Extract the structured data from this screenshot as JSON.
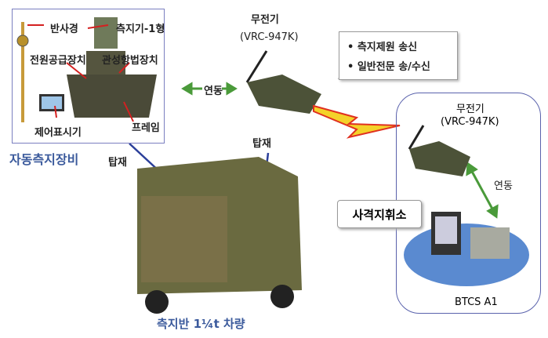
{
  "equipment": {
    "title": "자동측지장비",
    "labels": {
      "reflector": "반사경",
      "surveyor": "측지기-1형",
      "power": "전원공급장치",
      "inertial": "관성항법장치",
      "display": "제어표시기",
      "frame": "프레임"
    }
  },
  "radio_top": {
    "name": "무전기",
    "model": "(VRC-947K)"
  },
  "link_left": "연동",
  "bubble": {
    "items": [
      "• 측지제원 송신",
      "• 일반전문 송/수신"
    ]
  },
  "command": {
    "radio_name": "무전기",
    "radio_model": "(VRC-947K)",
    "link": "연동",
    "post": "사격지휘소",
    "system": "BTCS A1"
  },
  "mount_labels": [
    "탑재",
    "탑재"
  ],
  "vehicle": {
    "title": "측지반 1¼t 차량"
  },
  "colors": {
    "accent_blue": "#3b5a9c",
    "arrow_green": "#4a9a3a",
    "arrow_red": "#d42020"
  }
}
